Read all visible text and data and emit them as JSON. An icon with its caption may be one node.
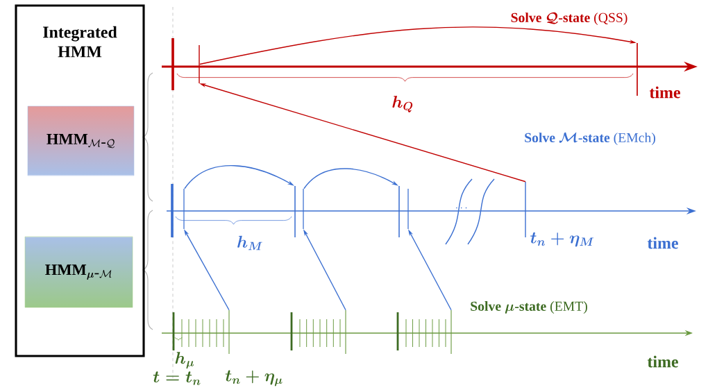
{
  "diagram": {
    "nodes": [
      {
        "text": [
          "Integrated HMM"
        ]
      },
      {
        "text": [
          "\\mathbf{HMM}_{\\mathcal{M}\\mbox{-}\\mathcal{Q}}"
        ],
        "in": 0
      },
      {
        "text": [
          "\\mathbf{HMM}_{\\boldsymbol{\\mu}\\mbox{-}\\mathcal{M}}"
        ],
        "in": 0
      },
      {
        "text": [],
        "shape": "bar"
      },
      {
        "text": [],
        "shape": "bar"
      },
      {
        "text": [],
        "shape": "bar"
      },
      {
        "text": [],
        "shape": "bar"
      },
      {
        "text": [],
        "shape": "bar"
      },
      {
        "text": [],
        "shape": "bar"
      },
      {
        "text": [],
        "shape": "bar"
      },
      {
        "text": [],
        "shape": "bar"
      },
      {
        "text": [],
        "shape": "bar"
      },
      {
        "text": [],
        "shape": "bar"
      },
      {
        "text": [],
        "shape": "bar"
      }
    ],
    "edges": [
      {
        "from": 3,
        "to": 4,
        "arrow": "to",
        "color": "#c00000"
      },
      {
        "from": 10,
        "to": 3,
        "arrow": "to",
        "color": "#c00000"
      },
      {
        "from": 5,
        "to": 6,
        "arrow": "to"
      },
      {
        "from": 7,
        "to": 8,
        "arrow": "to"
      },
      {
        "from": 11,
        "to": 5,
        "arrow": "to"
      },
      {
        "from": 12,
        "to": 7,
        "arrow": "to"
      },
      {
        "from": 13,
        "to": 9,
        "arrow": "to"
      }
    ],
    "labels": [
      "\\textbf{Solve }\\boldsymbol{\\mathcal{Q}}\\textbf{-state }\\textrm{(QSS)}",
      "time",
      "\\boldsymbol{h_Q}",
      "\\textbf{Solve }\\boldsymbol{\\mathcal{M}}\\textbf{-state }\\textrm{(EMch)}",
      "\\cdots",
      "\\boldsymbol{h_M}",
      "\\boldsymbol{t_n+\\eta_M}",
      "time",
      "\\textbf{Solve }\\boldsymbol{\\mu}\\textbf{-state }\\textrm{(EMT)}",
      "time",
      "\\boldsymbol{h_\\mu}",
      "\\boldsymbol{t=t_n}",
      "\\boldsymbol{t_n+\\eta_\\mu}"
    ]
  }
}
